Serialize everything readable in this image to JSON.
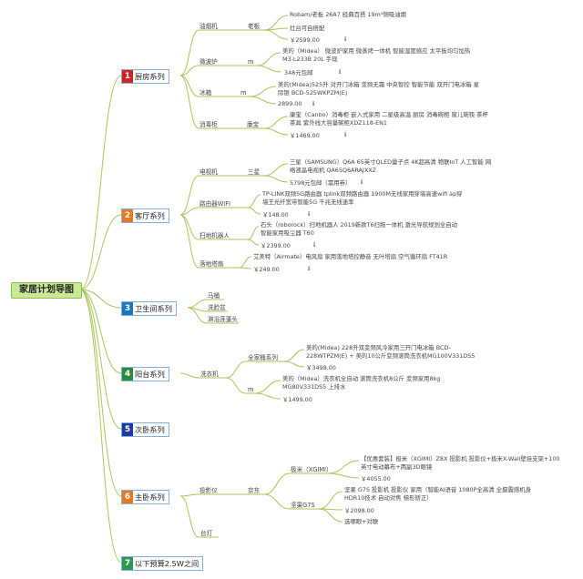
{
  "root": "家居计划导图",
  "colors": {
    "cat1": "#d32222",
    "cat2": "#e8781f",
    "cat3": "#1a78c2",
    "cat4": "#2b8a3e",
    "cat5": "#1f3a9a",
    "cat6": "#e8781f",
    "cat7": "#2b9a50",
    "line": "#a8c65a"
  },
  "info_icon": "ℹ",
  "categories": [
    {
      "num": "1",
      "label": "厨房系列"
    },
    {
      "num": "2",
      "label": "客厅系列"
    },
    {
      "num": "3",
      "label": "卫生间系列"
    },
    {
      "num": "4",
      "label": "阳台系列"
    },
    {
      "num": "5",
      "label": "次卧系列"
    },
    {
      "num": "6",
      "label": "主卧系列"
    },
    {
      "num": "7",
      "label": "以下预算2.5W之间"
    }
  ],
  "kitchen": {
    "hood": {
      "name": "油烟机",
      "brand": "老板",
      "desc1": "Robam/老板 26A7 经典百搭 19m³侧吸油烟",
      "desc2": "灶台可自搭配",
      "price": "￥2599.00"
    },
    "oven": {
      "name": "微波炉",
      "brand": "m",
      "desc": "美的（Midea） 微波炉家用 微蒸烤一体机 智能湿度感应 太平板均匀加热 M3-L233B 20L 手现",
      "price": "348元包邮"
    },
    "fridge": {
      "name": "冰箱",
      "brand": "m",
      "desc": "美的(Midea)525升 对开门冰箱 变频无霜 中央智控 智能节能 双开门电冰箱 星际银 BCD-525WKPZM(E)",
      "price": "2899.00"
    },
    "steril": {
      "name": "消毒柜",
      "brand": "康宝",
      "desc": "康宝（Canbo）消毒柜 嵌入式家用 二星级高温 厨房 消毒碗柜 窗儿碗筷 茶杯茶具 紫外线大容量碗柜XDZ118-EN1",
      "price": "￥1469.00"
    }
  },
  "living": {
    "tv": {
      "name": "电视机",
      "brand": "三星",
      "desc": "三星（SAMSUNG）Q6A 65英寸QLED量子点 4K超高清 物联IoT 人工智能 网络液晶电视机 QA65Q6ARAJXXZ",
      "price": "5798元包邮（需用券）"
    },
    "router": {
      "name": "路由器WIFI",
      "desc": "TP-LINK双频5G路由器 tplink双频路由器 1900M无线家用穿墙高速wifi ap穿墙王光纤宽带智能5G 千兆无线速率",
      "price": "￥148.00"
    },
    "robot": {
      "name": "扫地机器人",
      "desc": "石头（roborock）扫地机器人 2019新款T6扫拖一体机 激光导航规划全自动智能家用吸尘器 T60",
      "price": "￥2399.00"
    },
    "vacuum": {
      "name": "落地塔扇",
      "desc": "艾美特（Airmate）电风扇 家用落地塔控静音 无叶塔扇 空气循环扇 FT41R",
      "price": "￥249.00"
    }
  },
  "bathroom": {
    "items": [
      "马桶",
      "洗脸盆",
      "淋浴莲蓬头"
    ]
  },
  "balcony": {
    "name": "洗衣机",
    "set": {
      "brand": "全家桶系列",
      "desc": "美的(Midea) 228升双变频风冷家用三开门电冰箱 BCD-228WTPZM(E) + 美的10公斤变频滚筒洗衣机MG100V331DS5",
      "price": "￥3498.00"
    },
    "single": {
      "brand": "m",
      "desc": "美的（Midea）洗衣机全自动 滚筒洗衣机8公斤 变频家用8kg MG80V331DS5 上排水",
      "price": "￥1499.00"
    }
  },
  "master": {
    "projector": {
      "name": "投影仪",
      "brand": "京东",
      "xgimi": {
        "brand": "极米（XGIMI）",
        "desc": "【优惠套装】极米（XGIMI）Z8X 投影机 投影仪+极米X-Wall壁挂支架+100英寸电动幕布+两副3D眼镜",
        "price": "￥4055.00"
      },
      "dangbei": {
        "brand": "坚果G7S",
        "desc": "坚果 G7S 投影机 投影仪 家用（智能AI语音 1080P全高清 全摄震感机身 HDR10技术 自动对焦 梯形矫正）",
        "price": "￥2098.00",
        "note": "选哪眼+对联"
      }
    },
    "lamp": "台灯"
  }
}
